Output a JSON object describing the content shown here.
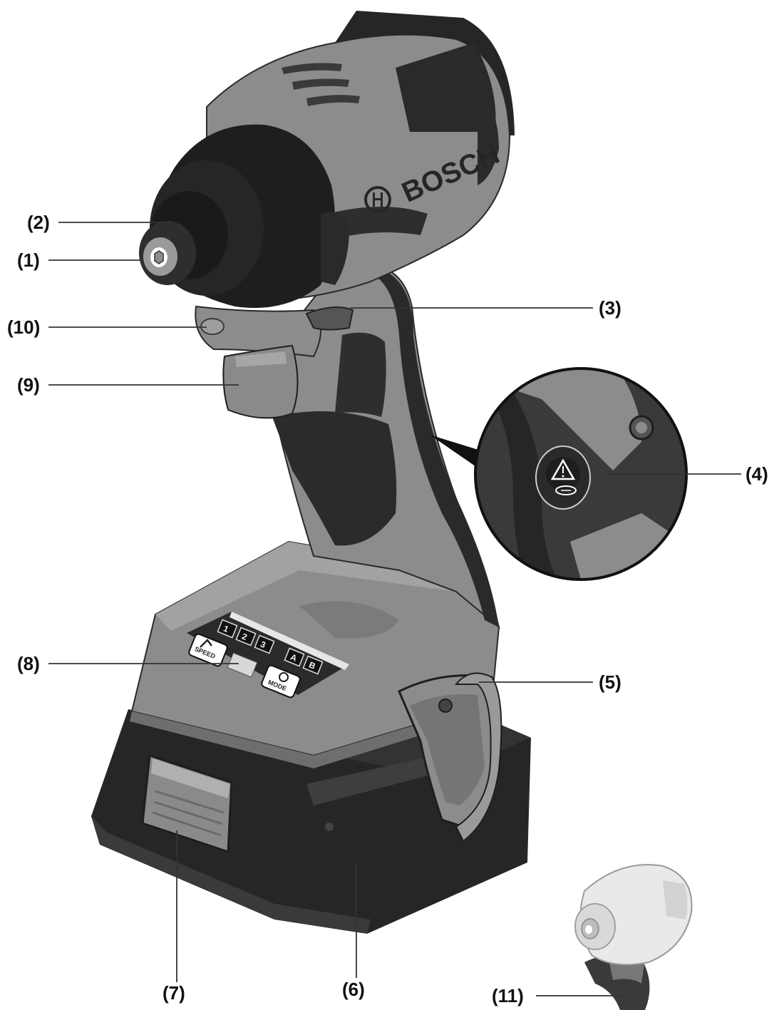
{
  "brand": "BOSCH",
  "control_panel": {
    "speed_levels": [
      "1",
      "2",
      "3"
    ],
    "modes": [
      "A",
      "B"
    ],
    "speed_button_label": "SPEED",
    "mode_button_label": "MODE"
  },
  "callouts": [
    {
      "id": "2",
      "text": "(2)"
    },
    {
      "id": "1",
      "text": "(1)"
    },
    {
      "id": "10",
      "text": "(10)"
    },
    {
      "id": "9",
      "text": "(9)"
    },
    {
      "id": "3",
      "text": "(3)"
    },
    {
      "id": "4",
      "text": "(4)"
    },
    {
      "id": "8",
      "text": "(8)"
    },
    {
      "id": "5",
      "text": "(5)"
    },
    {
      "id": "7",
      "text": "(7)"
    },
    {
      "id": "6",
      "text": "(6)"
    },
    {
      "id": "11",
      "text": "(11)"
    }
  ],
  "colors": {
    "body_grey": "#8a8a8a",
    "dark": "#262626",
    "mid_dark": "#3d3d3d",
    "line": "#333333"
  }
}
